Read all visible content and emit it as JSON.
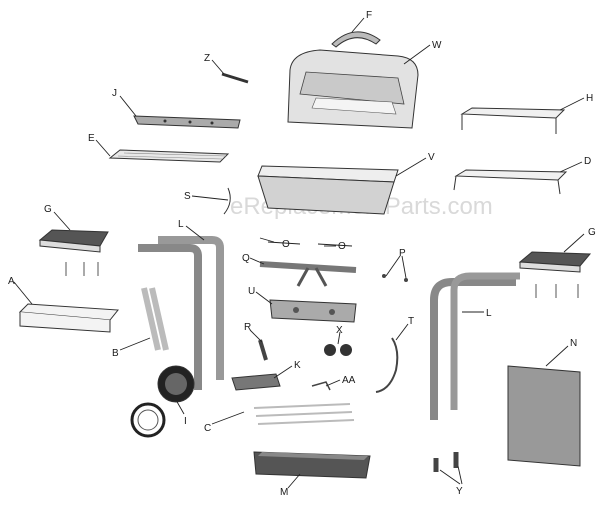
{
  "watermark": "eReplacementParts.com",
  "labels": {
    "F": "F",
    "W": "W",
    "Z": "Z",
    "J": "J",
    "H": "H",
    "E": "E",
    "V": "V",
    "D": "D",
    "S": "S",
    "G1": "G",
    "G2": "G",
    "L1": "L",
    "L2": "L",
    "O1": "O",
    "O2": "O",
    "Q": "Q",
    "P": "P",
    "A": "A",
    "U": "U",
    "B": "B",
    "R": "R",
    "X": "X",
    "T": "T",
    "N": "N",
    "K": "K",
    "AA": "AA",
    "I": "I",
    "C": "C",
    "M": "M",
    "Y": "Y"
  }
}
